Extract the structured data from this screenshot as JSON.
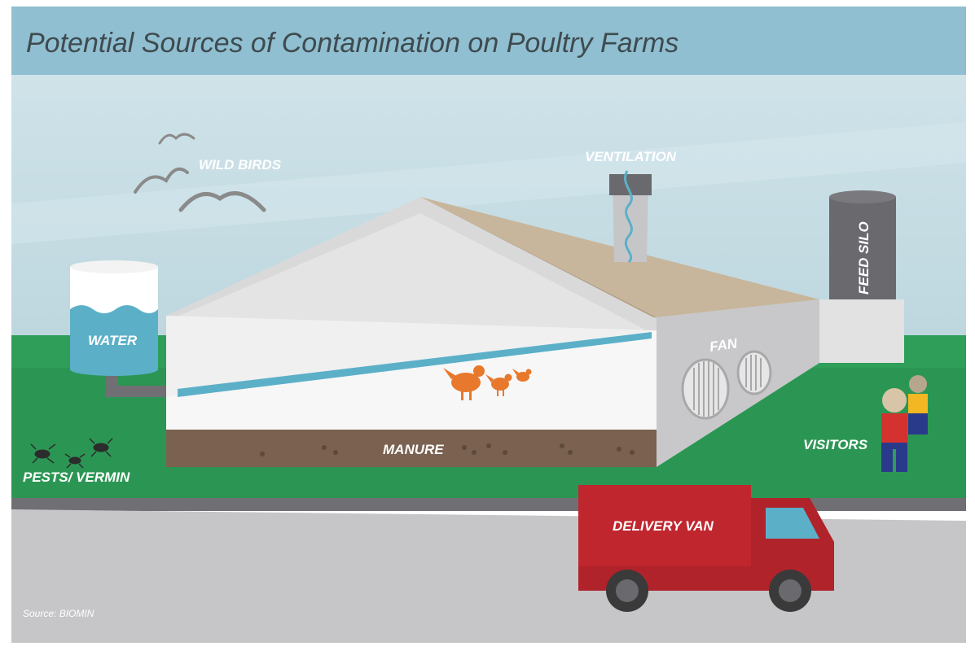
{
  "title": "Potential Sources of Contamination on Poultry Farms",
  "labels": {
    "wild_birds": "WILD BIRDS",
    "ventilation": "VENTILATION",
    "water": "WATER",
    "feed_silo": "FEED SILO",
    "fan": "FAN",
    "manure": "MANURE",
    "visitors": "VISITORS",
    "pests": "PESTS/ VERMIN",
    "delivery_van": "DELIVERY VAN"
  },
  "source": "Source: BIOMIN",
  "colors": {
    "header": "#8fbfd0",
    "sky": "#c8dee5",
    "grass": "#2e9e58",
    "road": "#c6c6c8",
    "roof": "#c8b69c",
    "water": "#5bb0c8",
    "chicken": "#e8782b",
    "van": "#c0262e"
  }
}
